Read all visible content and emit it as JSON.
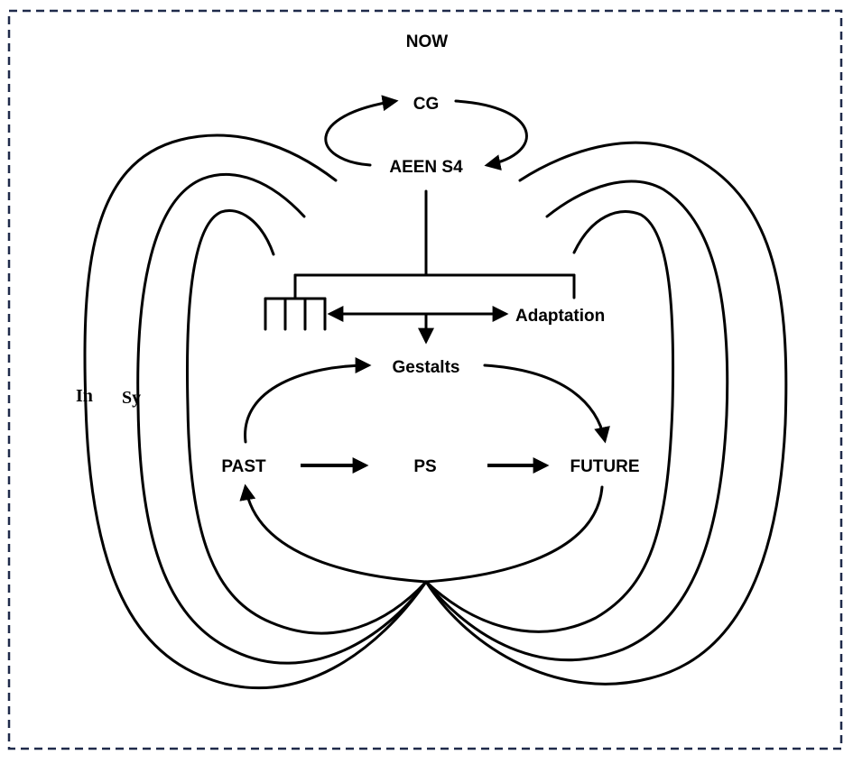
{
  "frame": {
    "title": "NOW"
  },
  "nodes": {
    "cg": "CG",
    "aeen": "AEEN S4",
    "adaptation": "Adaptation",
    "gestalts": "Gestalts",
    "past": "PAST",
    "ps": "PS",
    "future": "FUTURE"
  },
  "side_labels": {
    "in": "In",
    "sy": "Sy"
  },
  "colors": {
    "ink": "#000000",
    "frame": "#1f2a4a",
    "background": "#ffffff"
  }
}
